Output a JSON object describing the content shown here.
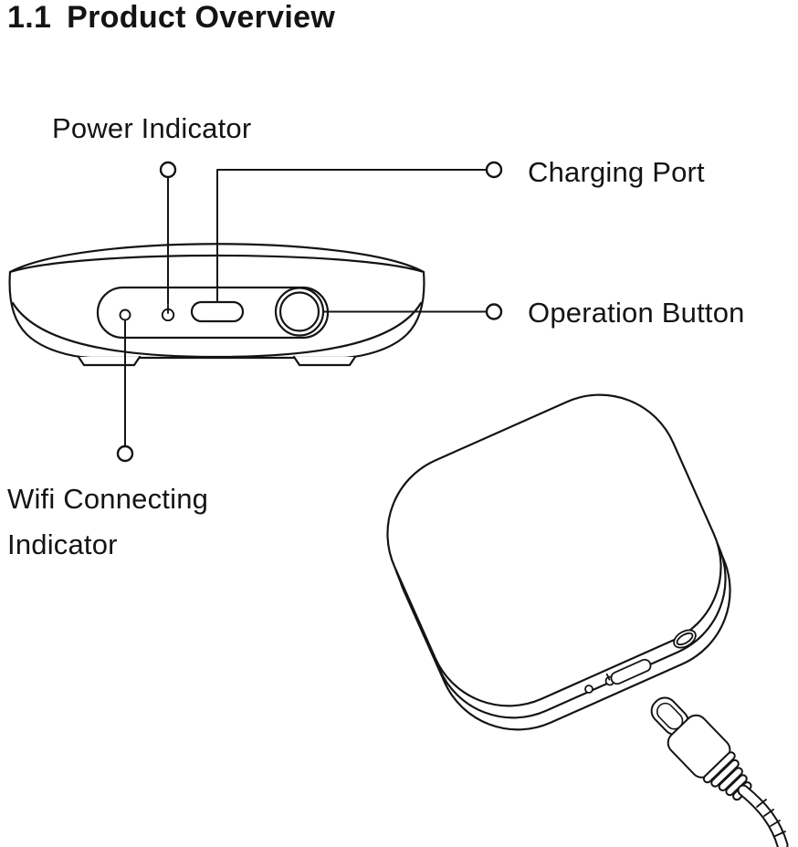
{
  "theme": {
    "background": "#ffffff",
    "ink": "#141414"
  },
  "heading": {
    "number": "1.1",
    "title": "Product Overview"
  },
  "callouts": {
    "power_indicator": {
      "label": "Power Indicator"
    },
    "charging_port": {
      "label": "Charging Port"
    },
    "operation_button": {
      "label": "Operation Button"
    },
    "wifi_connecting_indicator": {
      "label": "Wifi Connecting Indicator"
    }
  }
}
